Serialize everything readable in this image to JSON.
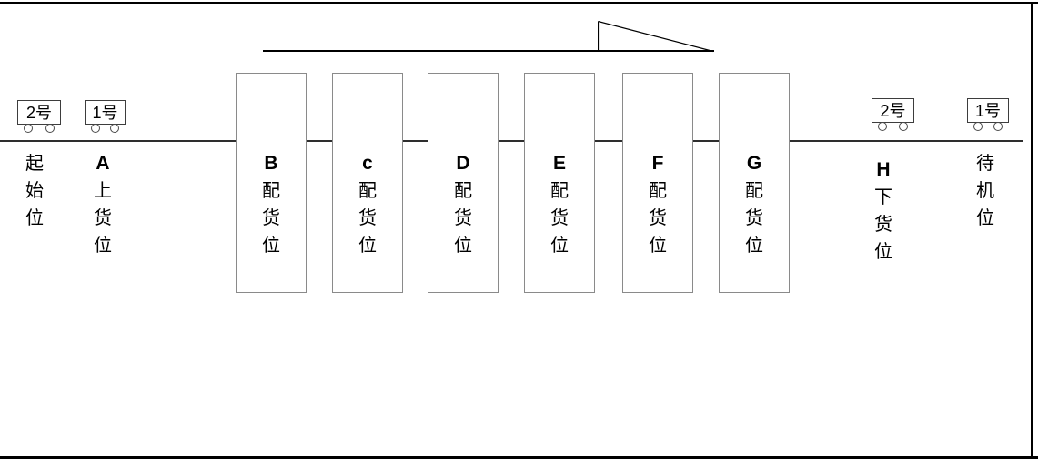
{
  "colors": {
    "frame": "#000000",
    "track_line": "#2e2e2e",
    "station_border": "#8a8a8a",
    "cart_border": "#3d3d3d",
    "flag": "#000000",
    "text": "#000000",
    "background": "#ffffff"
  },
  "carts": {
    "left": [
      {
        "label": "2号"
      },
      {
        "label": "1号"
      }
    ],
    "right": [
      {
        "label": "2号"
      },
      {
        "label": "1号"
      }
    ]
  },
  "positions": {
    "start": {
      "label": "起始位"
    },
    "load": {
      "letter": "A",
      "label": "上货位"
    },
    "stations": [
      {
        "letter": "B",
        "label": "配货位"
      },
      {
        "letter": "c",
        "label": "配货位"
      },
      {
        "letter": "D",
        "label": "配货位"
      },
      {
        "letter": "E",
        "label": "配货位"
      },
      {
        "letter": "F",
        "label": "配货位"
      },
      {
        "letter": "G",
        "label": "配货位"
      }
    ],
    "unload": {
      "letter": "H",
      "label": "下货位"
    },
    "standby": {
      "label": "待机位"
    }
  }
}
